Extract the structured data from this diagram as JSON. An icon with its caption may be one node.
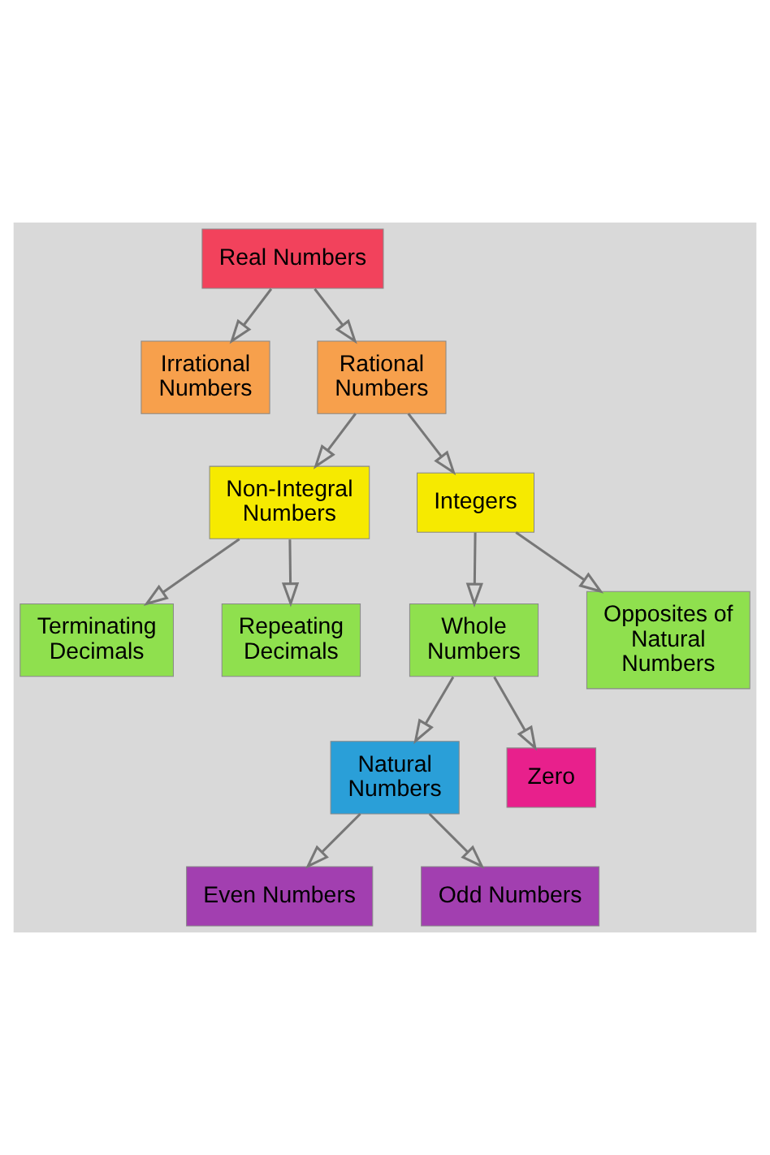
{
  "diagram": {
    "nodes": [
      {
        "text": [
          "Real Numbers"
        ]
      },
      {
        "text": [
          "Irrational Numbers"
        ]
      },
      {
        "text": [
          "Rational Numbers"
        ]
      },
      {
        "text": [
          "Non-Integral Numbers"
        ]
      },
      {
        "text": [
          "Integers"
        ]
      },
      {
        "text": [
          "Terminating Decimals"
        ]
      },
      {
        "text": [
          "Repeating Decimals"
        ]
      },
      {
        "text": [
          "Whole Numbers"
        ]
      },
      {
        "text": [
          "Opposites of Natural Numbers"
        ]
      },
      {
        "text": [
          "Natural Numbers"
        ]
      },
      {
        "text": [
          "Zero"
        ]
      },
      {
        "text": [
          "Even Numbers"
        ]
      },
      {
        "text": [
          "Odd Numbers"
        ]
      }
    ],
    "edges": [
      {
        "from": 0,
        "to": 1,
        "arrow": "to"
      },
      {
        "from": 0,
        "to": 2,
        "arrow": "to"
      },
      {
        "from": 2,
        "to": 3,
        "arrow": "to"
      },
      {
        "from": 2,
        "to": 4,
        "arrow": "to"
      },
      {
        "from": 3,
        "to": 5,
        "arrow": "to"
      },
      {
        "from": 3,
        "to": 6,
        "arrow": "to"
      },
      {
        "from": 4,
        "to": 7,
        "arrow": "to"
      },
      {
        "from": 4,
        "to": 8,
        "arrow": "to"
      },
      {
        "from": 7,
        "to": 9,
        "arrow": "to"
      },
      {
        "from": 7,
        "to": 10,
        "arrow": "to"
      },
      {
        "from": 9,
        "to": 11,
        "arrow": "to"
      },
      {
        "from": 9,
        "to": 12,
        "arrow": "to"
      }
    ]
  }
}
